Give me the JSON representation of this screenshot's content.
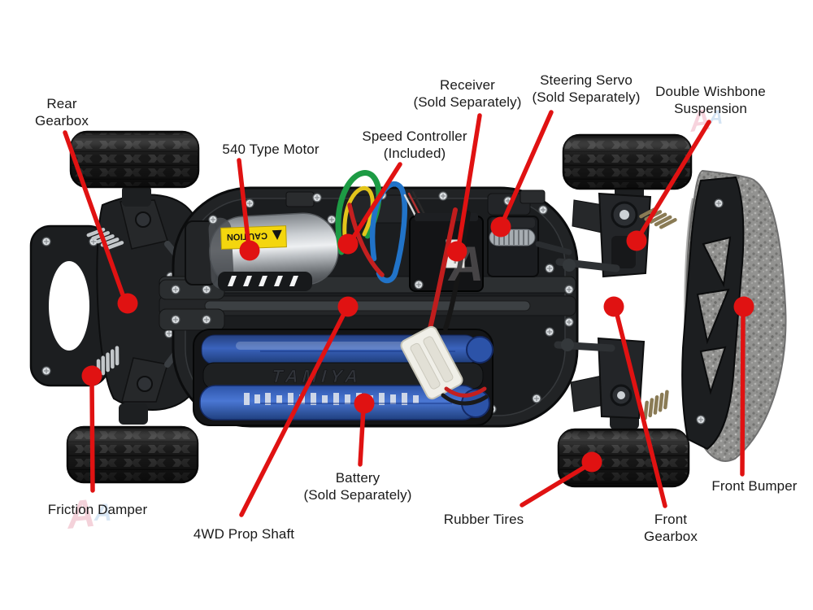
{
  "labels": {
    "rear_gearbox": {
      "line1": "Rear",
      "line2": "Gearbox"
    },
    "motor_540": {
      "line1": "540 Type Motor"
    },
    "speed_controller": {
      "line1": "Speed Controller",
      "line2": "(Included)"
    },
    "receiver": {
      "line1": "Receiver",
      "line2": "(Sold Separately)"
    },
    "steering_servo": {
      "line1": "Steering Servo",
      "line2": "(Sold Separately)"
    },
    "double_wishbone": {
      "line1": "Double Wishbone",
      "line2": "Suspension"
    },
    "friction_damper": {
      "line1": "Friction Damper"
    },
    "prop_shaft": {
      "line1": "4WD Prop Shaft"
    },
    "battery": {
      "line1": "Battery",
      "line2": "(Sold Separately)"
    },
    "rubber_tires": {
      "line1": "Rubber Tires"
    },
    "front_gearbox": {
      "line1": "Front",
      "line2": "Gearbox"
    },
    "front_bumper": {
      "line1": "Front Bumper"
    }
  },
  "stickers": {
    "motor_caution": "CAUTION",
    "battery_strap": "TAMIYA"
  },
  "watermark": {
    "glyph": "A"
  },
  "colors": {
    "callout_red": "#e01212",
    "caution_yellow": "#f4d60e",
    "battery_blue": "#2e57b0",
    "foam_gray": "#929290",
    "background": "#ffffff"
  }
}
